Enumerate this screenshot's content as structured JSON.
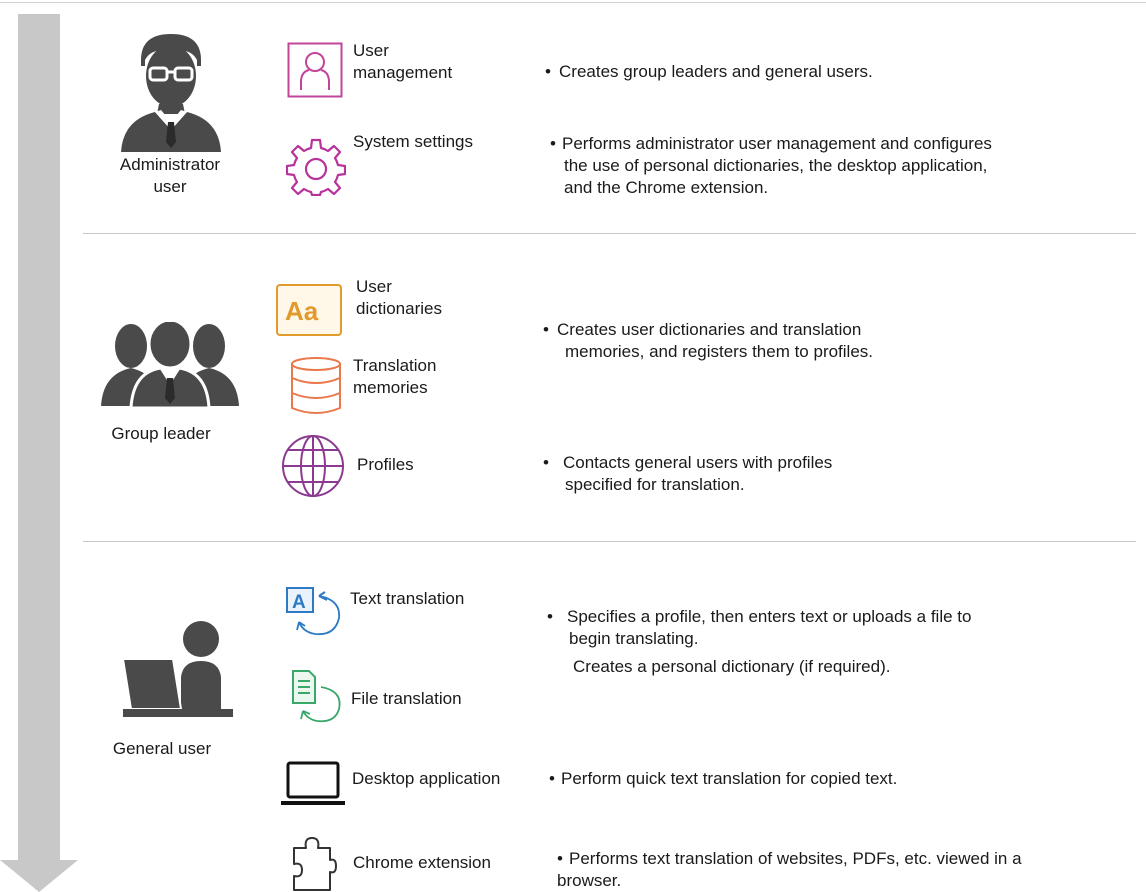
{
  "colors": {
    "arrow": "#c8c8c8",
    "role_icon": "#4a4a4a",
    "user_management_icon": "#c2459a",
    "system_settings_icon": "#b8329b",
    "user_dictionaries_icon": "#e39a2c",
    "translation_memories_icon": "#e9784a",
    "profiles_icon": "#8b3a8f",
    "text_translation_icon": "#2e7bc4",
    "file_translation_icon": "#3aa86b",
    "desktop_icon": "#111111",
    "chrome_extension_icon": "#333333"
  },
  "sections": {
    "admin": {
      "role_line1": "Administrator",
      "role_line2": "user",
      "functions": {
        "user_management_line1": "User",
        "user_management_line2": "management",
        "system_settings": "System settings"
      },
      "descriptions": {
        "d1": "Creates group leaders and general users.",
        "d2_line1": "Performs administrator user management and configures",
        "d2_line2": "the use of personal dictionaries, the desktop application,",
        "d2_line3": "and the Chrome extension."
      }
    },
    "group_leader": {
      "role": "Group leader",
      "functions": {
        "user_dictionaries_line1": "User",
        "user_dictionaries_line2": "dictionaries",
        "translation_memories_line1": "Translation",
        "translation_memories_line2": "memories",
        "profiles": "Profiles"
      },
      "descriptions": {
        "d1_line1": "Creates user dictionaries and translation",
        "d1_line2": "memories, and registers them to profiles.",
        "d2_line1": "Contacts general users with profiles",
        "d2_line2": "specified for translation."
      }
    },
    "general_user": {
      "role": "General user",
      "functions": {
        "text_translation": "Text translation",
        "file_translation": "File translation",
        "desktop_application": "Desktop application",
        "chrome_extension": "Chrome extension"
      },
      "descriptions": {
        "d1_line1": "Specifies a profile, then enters text or uploads a file to",
        "d1_line2": "begin translating.",
        "d1_line3": "Creates a personal dictionary (if required).",
        "d2": "Perform quick text translation for copied text.",
        "d3_line1": "Performs text translation of websites, PDFs, etc. viewed in a",
        "d3_line2": "browser."
      }
    }
  },
  "bullet_char": "•"
}
